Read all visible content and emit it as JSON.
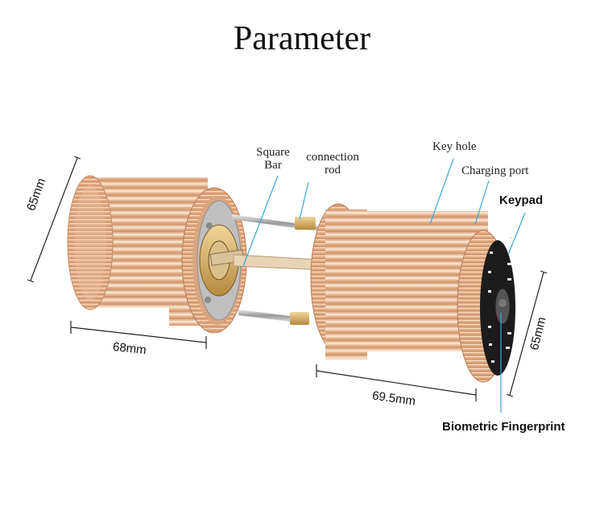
{
  "title": "Parameter",
  "callouts": {
    "square_bar": "Square\nBar",
    "connection_rod": "connection\nrod",
    "key_hole": "Key hole",
    "charging_port": "Charging port",
    "keypad": "Keypad",
    "biometric_fingerprint": "Biometric Fingerprint"
  },
  "dimensions": {
    "left_height": "65mm",
    "left_length": "68mm",
    "right_length": "69.5mm",
    "right_height": "65mm"
  },
  "colors": {
    "body_gold": "#e8b992",
    "body_shadow": "#c98f68",
    "body_highlight": "#fbe6d3",
    "callout_line": "#3aa7d8",
    "keypad_black": "#1c1c1c",
    "keypad_led": "#eaeaea"
  }
}
